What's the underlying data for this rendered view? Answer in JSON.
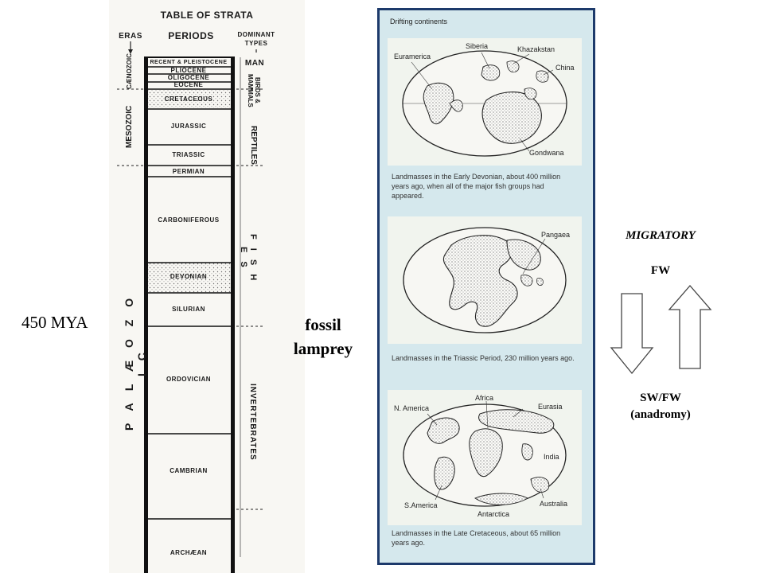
{
  "strata": {
    "title": "TABLE OF STRATA",
    "col_eras": "ERAS",
    "col_periods": "PERIODS",
    "col_types_1": "DOMINANT",
    "col_types_2": "TYPES",
    "eras": {
      "cenozoic": "CÆNOZOIC",
      "mesozoic": "MESOZOIC",
      "palaeozoic": "P A L Æ O Z O I C"
    },
    "periods": {
      "recent": "RECENT & PLEISTOCENE",
      "pliocene": "PLIOCENE",
      "oligocene": "OLIGOCENE",
      "eocene": "EOCENE",
      "cretaceous": "CRETACEOUS",
      "jurassic": "JURASSIC",
      "triassic": "TRIASSIC",
      "permian": "PERMIAN",
      "carboniferous": "CARBONIFEROUS",
      "devonian": "DEVONIAN",
      "silurian": "SILURIAN",
      "ordovician": "ORDOVICIAN",
      "cambrian": "CAMBRIAN",
      "archaean": "ARCHÆAN"
    },
    "types": {
      "man": "MAN",
      "birds": "BIRDS & MAMMALS",
      "reptiles": "REPTILES",
      "fishes": "F I S H E S",
      "invertebrates": "INVERTEBRATES"
    }
  },
  "annotations": {
    "mya": "450 MYA",
    "fossil_line1": "fossil",
    "fossil_line2": "lamprey"
  },
  "continents": {
    "heading": "Drifting continents",
    "map1": {
      "labels": {
        "euramerica": "Euramerica",
        "siberia": "Siberia",
        "khazakstan": "Khazakstan",
        "china": "China",
        "gondwana": "Gondwana"
      },
      "caption": "Landmasses in the Early Devonian, about 400 million years ago, when all of the major fish groups had appeared."
    },
    "map2": {
      "labels": {
        "pangaea": "Pangaea"
      },
      "caption": "Landmasses in the Triassic Period, 230 million years ago."
    },
    "map3": {
      "labels": {
        "africa": "Africa",
        "n_america": "N. America",
        "eurasia": "Eurasia",
        "india": "India",
        "s_america": "S.America",
        "australia": "Australia",
        "antarctica": "Antarctica"
      },
      "caption": "Landmasses in the Late Cretaceous, about 65 million years ago."
    }
  },
  "migration": {
    "title": "MIGRATORY",
    "fw": "FW",
    "sw_fw_line1": "SW/FW",
    "sw_fw_line2": "(anadromy)"
  },
  "colors": {
    "panel_bg": "#d5e8ed",
    "panel_border": "#1d3a6b",
    "ink": "#1a1a1a"
  }
}
